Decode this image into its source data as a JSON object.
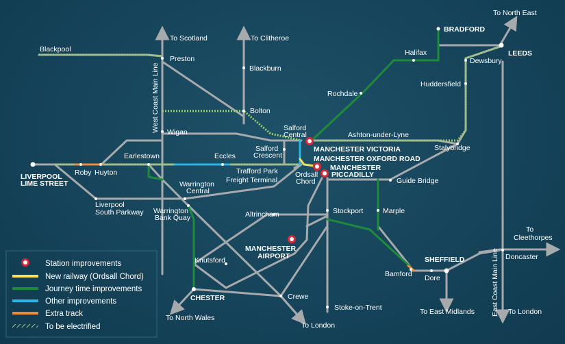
{
  "colors": {
    "line": "#a7aaad",
    "journey": "#1e8a3c",
    "other": "#29b6e6",
    "new_railway": "#f5e15a",
    "extra_track": "#f08a3a",
    "electrify": "#9ad06c",
    "station_ring": "#d42a3a"
  },
  "labels": {
    "to_scotland": "To Scotland",
    "to_clitheroe": "To Clitheroe",
    "to_north_east": "To North East",
    "blackpool": "Blackpool",
    "preston": "Preston",
    "blackburn": "Blackburn",
    "bradford": "BRADFORD",
    "halifax": "Halifax",
    "leeds": "LEEDS",
    "dewsbury": "Dewsbury",
    "huddersfield": "Huddersfield",
    "rochdale": "Rochdale",
    "bolton": "Bolton",
    "wcml": "West Coast Main Line",
    "wigan": "Wigan",
    "salford_central_1": "Salford",
    "salford_central_2": "Central",
    "ashton": "Ashton-under-Lyne",
    "manchester_victoria": "MANCHESTER VICTORIA",
    "manchester_oxford_road": "MANCHESTER OXFORD ROAD",
    "stalybridge": "Stalybridge",
    "salford_crescent_1": "Salford",
    "salford_crescent_2": "Crescent",
    "earlestown": "Earlestown",
    "eccles": "Eccles",
    "manchester_piccadilly_1": "MANCHESTER",
    "manchester_piccadilly_2": "PICCADILLY",
    "liverpool_1": "LIVERPOOL",
    "liverpool_2": "LIME STREET",
    "roby": "Roby",
    "huyton": "Huyton",
    "trafford_park_1": "Trafford Park",
    "trafford_park_2": "Freight Terminal",
    "ordsall_1": "Ordsall",
    "ordsall_2": "Chord",
    "guide_bridge": "Guide Bridge",
    "warrington_central_1": "Warrington",
    "warrington_central_2": "Central",
    "liverpool_sp_1": "Liverpool",
    "liverpool_sp_2": "South Parkway",
    "warrington_bq_1": "Warrington",
    "warrington_bq_2": "Bank Quay",
    "stockport": "Stockport",
    "altrincham": "Altrincham",
    "marple": "Marple",
    "manchester_airport_1": "MANCHESTER",
    "manchester_airport_2": "AIRPORT",
    "knutsford": "Knutsford",
    "to_cleethorpes_1": "To",
    "to_cleethorpes_2": "Cleethorpes",
    "sheffield": "SHEFFIELD",
    "doncaster": "Doncaster",
    "ecml": "East Coast Main Line",
    "bamford": "Bamford",
    "dore": "Dore",
    "chester": "CHESTER",
    "crewe": "Crewe",
    "stoke": "Stoke-on-Trent",
    "to_north_wales": "To North Wales",
    "to_london_1": "To London",
    "to_london_2": "To London",
    "to_east_midlands": "To East Midlands"
  },
  "legend": {
    "items": [
      {
        "kind": "station",
        "label": "Station improvements"
      },
      {
        "kind": "new_railway",
        "label": "New railway (Ordsall Chord)"
      },
      {
        "kind": "journey",
        "label": "Journey time improvements"
      },
      {
        "kind": "other",
        "label": "Other improvements"
      },
      {
        "kind": "extra_track",
        "label": "Extra track"
      },
      {
        "kind": "electrify",
        "label": "To be electrified"
      }
    ]
  }
}
